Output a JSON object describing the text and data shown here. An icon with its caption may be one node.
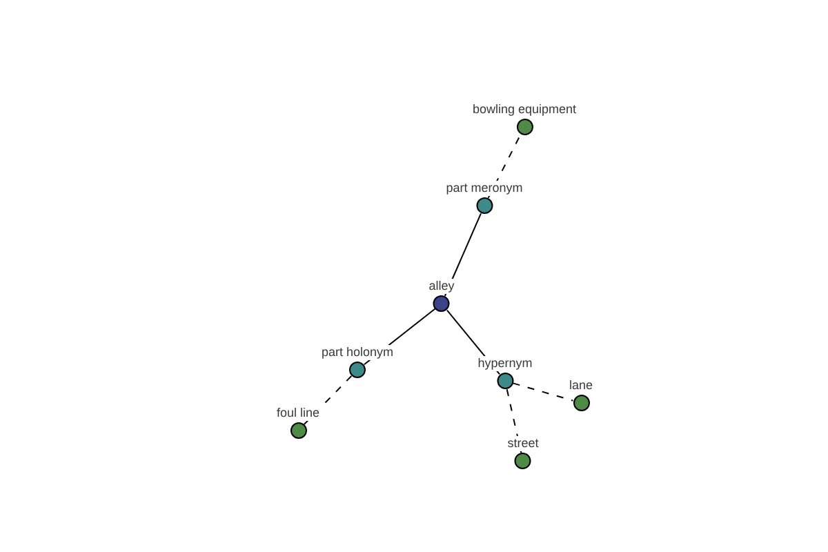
{
  "diagram": {
    "nodes": [
      {
        "text": [
          "bowling equipment"
        ]
      },
      {
        "text": [
          "part meronym"
        ]
      },
      {
        "text": [
          "alley"
        ]
      },
      {
        "text": [
          "part holonym"
        ]
      },
      {
        "text": [
          "hypernym"
        ]
      },
      {
        "text": [
          "lane"
        ]
      },
      {
        "text": [
          "foul line"
        ]
      },
      {
        "text": [
          "street"
        ]
      }
    ],
    "edges": [
      {
        "from": 2,
        "to": 1,
        "arrow": "none"
      },
      {
        "from": 1,
        "to": 0,
        "arrow": "none",
        "style": "dashed"
      },
      {
        "from": 2,
        "to": 3,
        "arrow": "none"
      },
      {
        "from": 3,
        "to": 6,
        "arrow": "none",
        "style": "dashed"
      },
      {
        "from": 2,
        "to": 4,
        "arrow": "none"
      },
      {
        "from": 4,
        "to": 5,
        "arrow": "none",
        "style": "dashed"
      },
      {
        "from": 4,
        "to": 7,
        "arrow": "none",
        "style": "dashed"
      }
    ]
  }
}
